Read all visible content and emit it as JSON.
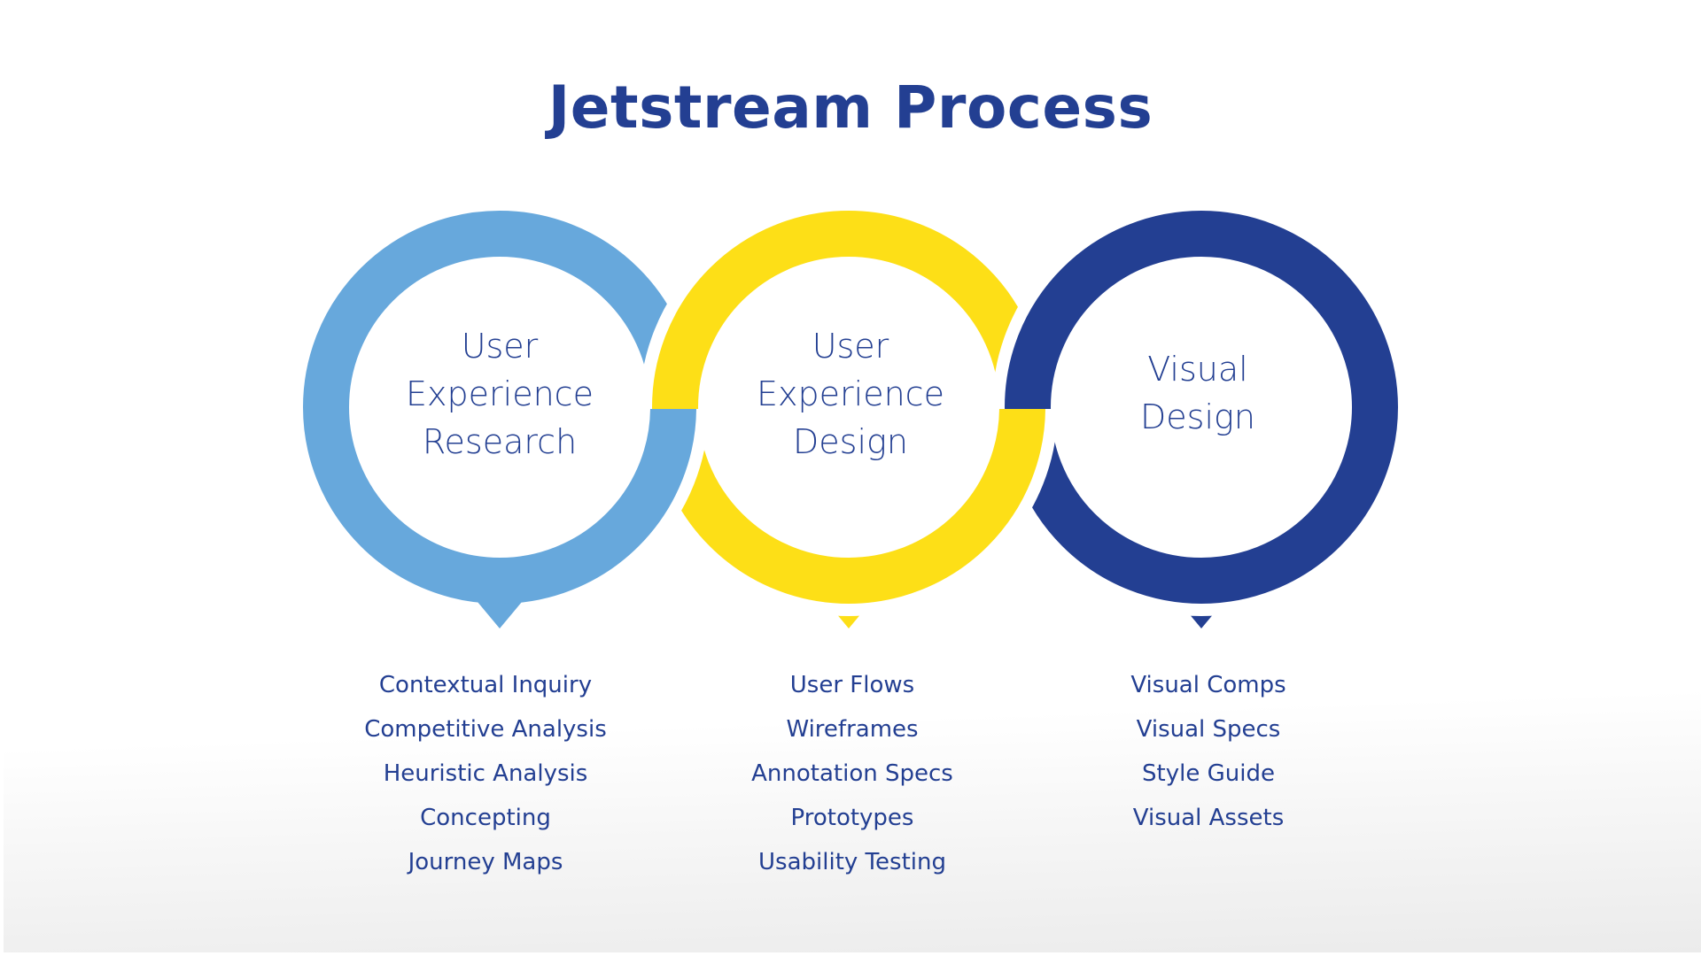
{
  "title": "Jetstream Process",
  "colors": {
    "heading": "#233f92",
    "research": "#67a8dc",
    "ux_design": "#fddf17",
    "visual_design": "#233f92"
  },
  "stages": [
    {
      "label_lines": [
        "User",
        "Experience",
        "Research"
      ],
      "color": "#67a8dc",
      "deliverables": [
        "Contextual Inquiry",
        "Competitive Analysis",
        "Heuristic Analysis",
        "Concepting",
        "Journey Maps"
      ]
    },
    {
      "label_lines": [
        "User",
        "Experience",
        "Design"
      ],
      "color": "#fddf17",
      "deliverables": [
        "User Flows",
        "Wireframes",
        "Annotation Specs",
        "Prototypes",
        "Usability Testing"
      ]
    },
    {
      "label_lines": [
        "Visual",
        "Design"
      ],
      "color": "#233f92",
      "deliverables": [
        "Visual Comps",
        "Visual Specs",
        "Style Guide",
        "Visual Assets"
      ]
    }
  ]
}
